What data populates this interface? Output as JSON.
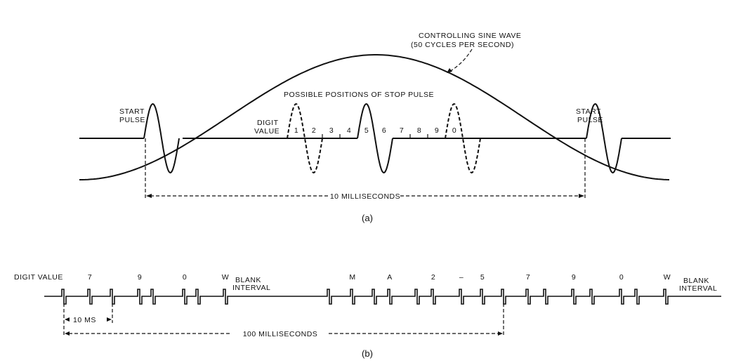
{
  "part_a": {
    "sine_label_line1": "CONTROLLING SINE WAVE",
    "sine_label_line2": "(50 CYCLES PER SECOND)",
    "start_pulse_left": [
      "START",
      "PULSE"
    ],
    "start_pulse_right": [
      "START",
      "PULSE"
    ],
    "stop_pulse_title": "POSSIBLE POSITIONS OF STOP PULSE",
    "digit_value": [
      "DIGIT",
      "VALUE"
    ],
    "digits": [
      "1",
      "2",
      "3",
      "4",
      "5",
      "6",
      "7",
      "8",
      "9",
      "0"
    ],
    "interval_label": "10 MILLISECONDS",
    "caption": "(a)"
  },
  "part_b": {
    "digit_value_label": "DIGIT VALUE",
    "characters": [
      "7",
      "9",
      "0",
      "W",
      "M",
      "A",
      "2",
      "–",
      "5",
      "7",
      "9",
      "0",
      "W"
    ],
    "blank_interval": [
      "BLANK",
      "INTERVAL"
    ],
    "blank_interval_2": [
      "BLANK",
      "INTERVAL"
    ],
    "short_interval_label": "10 MS",
    "long_interval_label": "100 MILLISECONDS",
    "caption": "(b)"
  }
}
